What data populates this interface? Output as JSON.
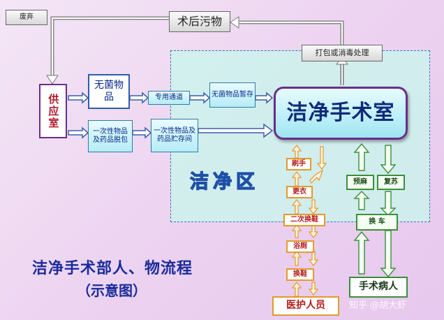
{
  "diagram": {
    "waste_box": "废弃",
    "postop_waste": "术后污物",
    "pack_disinfect": "打包或消毒处理",
    "supply_room": "供应室",
    "sterile_items": "无菌物品",
    "dedicated_channel": "专用通道",
    "sterile_storage": "无菌物品暂存",
    "disposable_unpack": "一次性物品及药品脱包",
    "disposable_storage": "一次性物品及药品贮存间",
    "clean_or": "洁净手术室",
    "clean_zone_label": "洁净区",
    "steps": [
      "刷手",
      "更衣",
      "二次换鞋",
      "浴厕",
      "换鞋"
    ],
    "medical_staff": "医护人员",
    "anesthesia_prep": "预麻",
    "recovery": "复苏",
    "change_cart": "换 车",
    "surgical_patient": "手术病人",
    "title": "洁净手术部人、物流程",
    "subtitle": "（示意图）",
    "watermark": "知乎 @胡大虾"
  },
  "colors": {
    "green_zone": "#c6f8ec",
    "blue_border": "#2f5da8",
    "orange_border": "#e39a2a",
    "green_border": "#3b8f3b",
    "title_blue": "#1a2b9a"
  }
}
